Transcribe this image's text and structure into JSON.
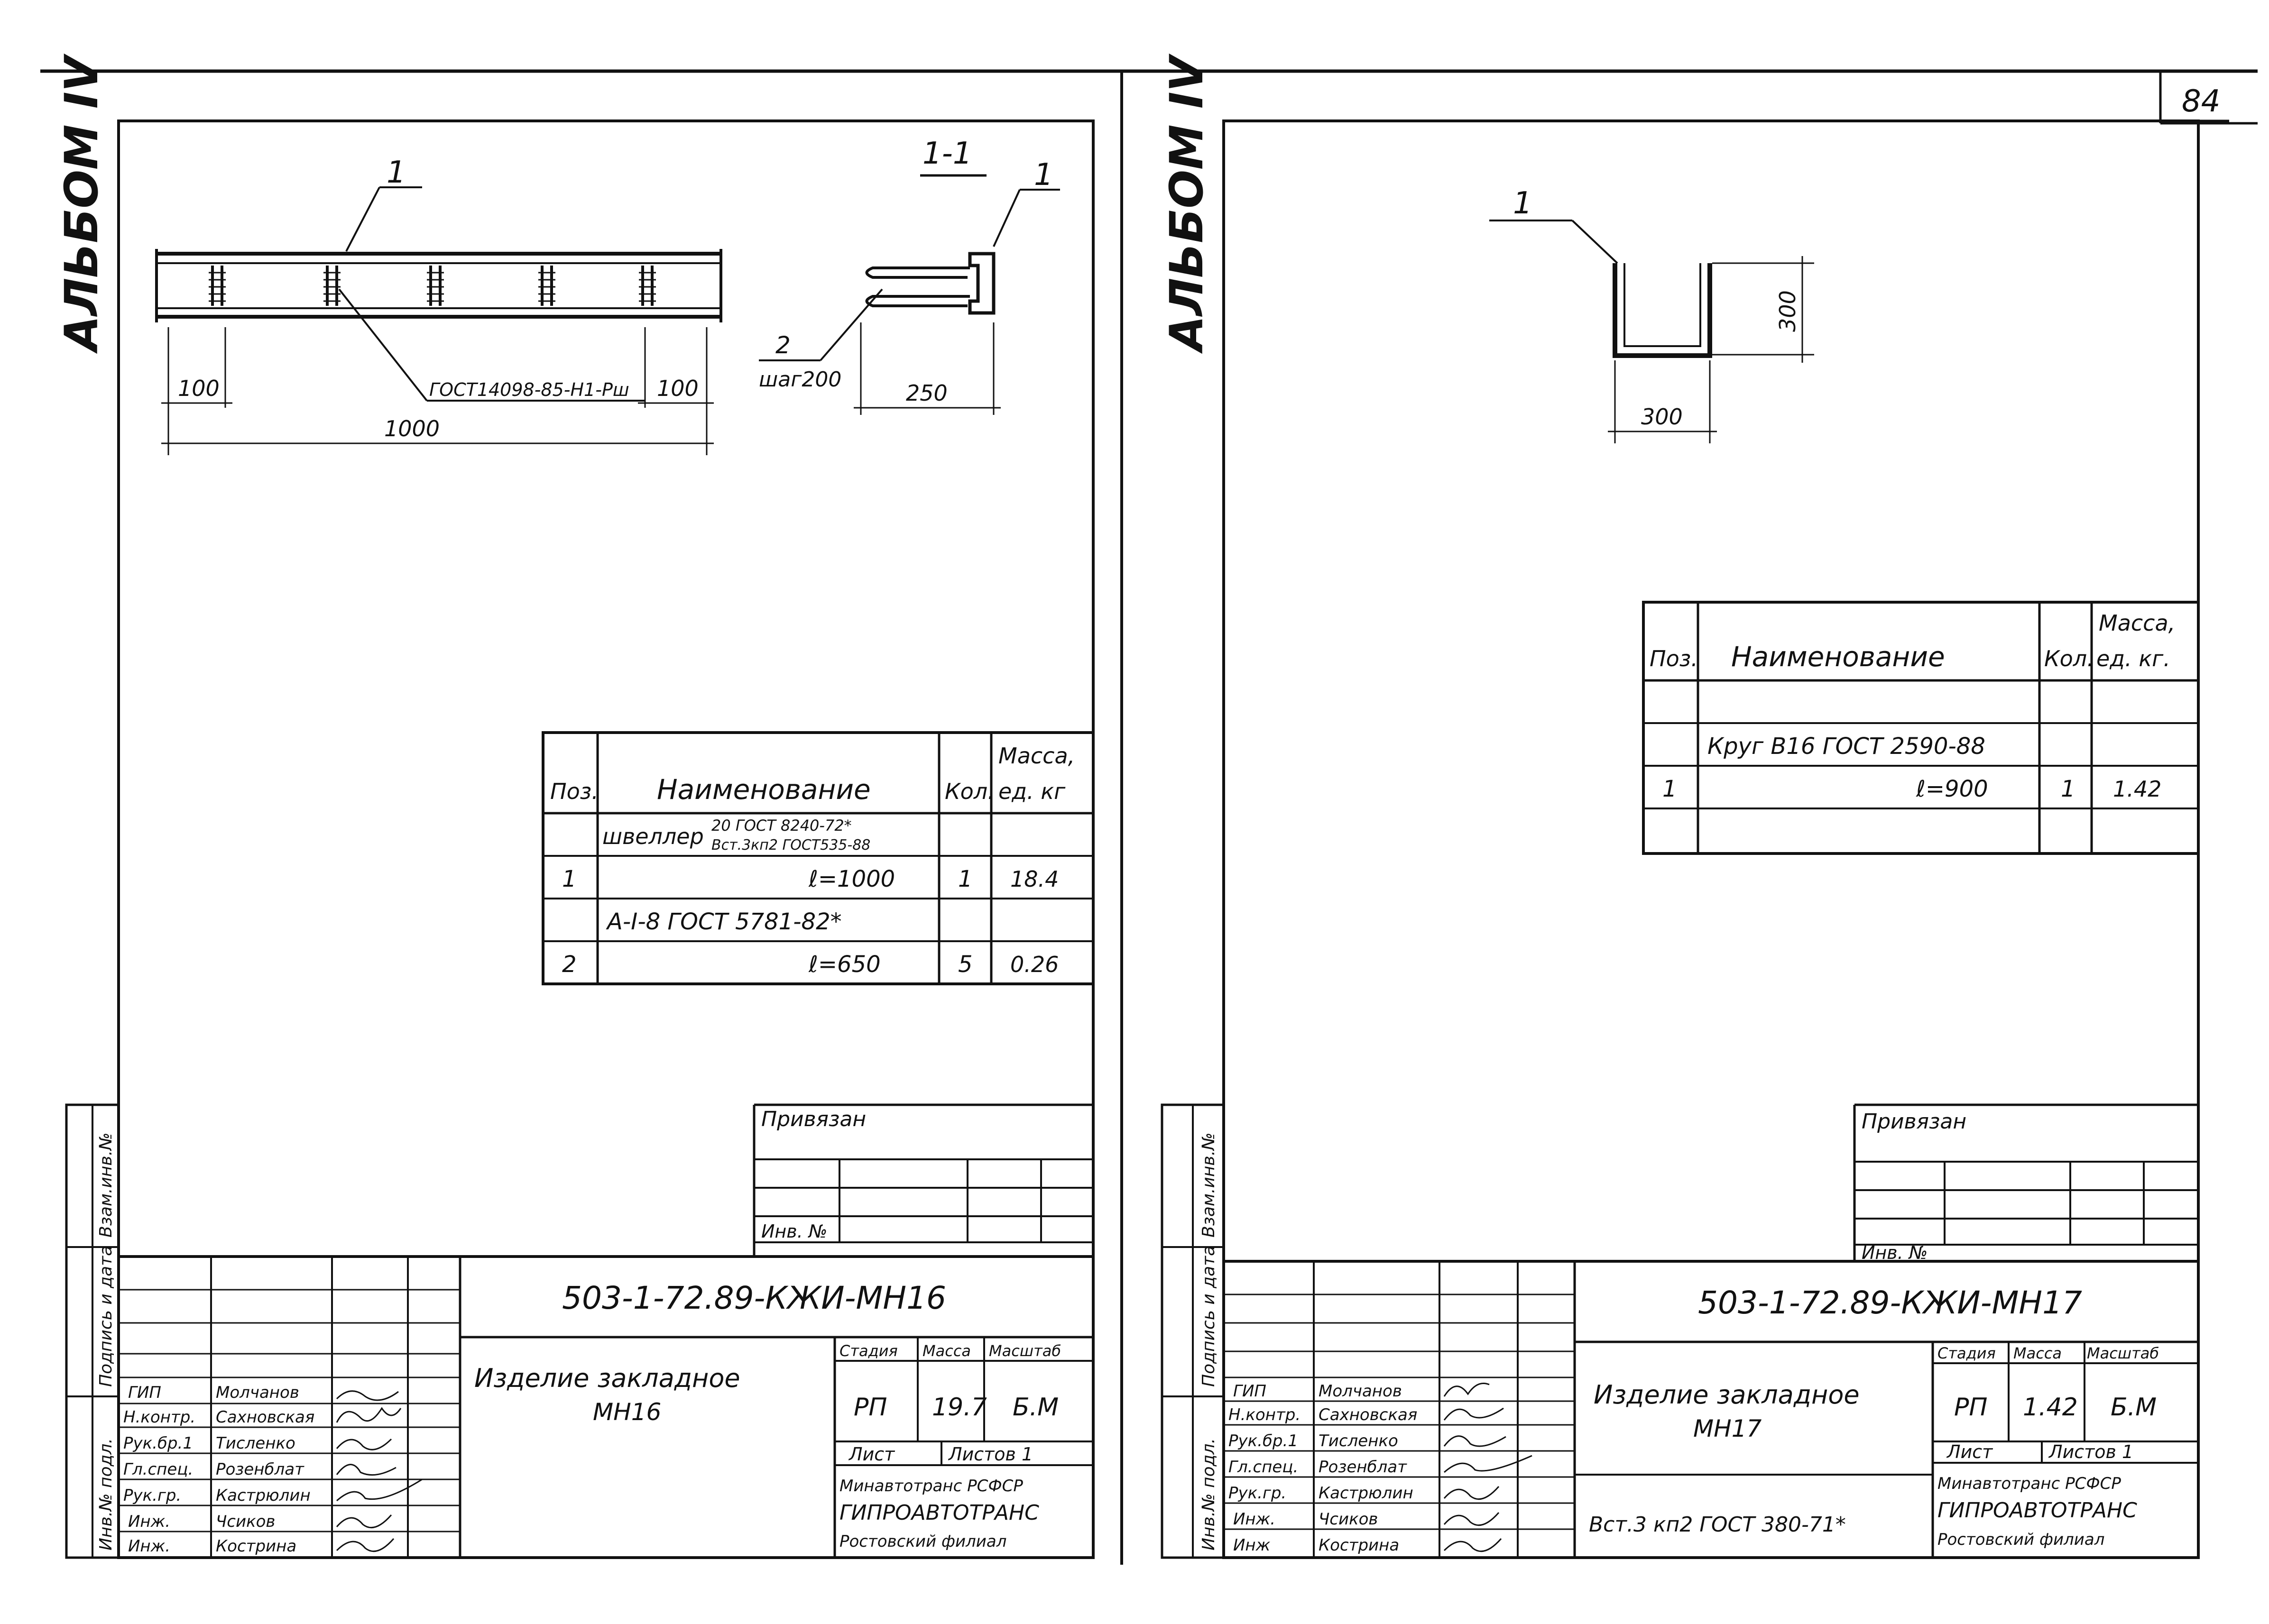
{
  "page_number": "84",
  "album_label": "АЛЬБОМ IV",
  "sheets": [
    {
      "drawing": {
        "pos_label": "1",
        "section_label": "1-1",
        "weld_note": "ГОСТ14098-85-Н1-Рш",
        "rebar_pos": "2",
        "step_note": "шаг200",
        "dims": {
          "left": "100",
          "right": "100",
          "length": "1000",
          "width": "250"
        }
      },
      "spec": {
        "headers": {
          "pos": "Поз.",
          "name": "Наименование",
          "qty": "Кол.",
          "mass_1": "Масса,",
          "mass_2": "ед. кг"
        },
        "row1": {
          "pos": "",
          "name": "швеллер",
          "name_extra_1": "20 ГОСТ 8240-72*",
          "name_extra_2": "Вст.3кп2 ГОСТ535-88",
          "qty": "",
          "mass": ""
        },
        "row2": {
          "pos": "1",
          "name": "ℓ=1000",
          "qty": "1",
          "mass": "18.4"
        },
        "row3": {
          "pos": "",
          "name": "А-I-8  ГОСТ 5781-82*",
          "qty": "",
          "mass": ""
        },
        "row4": {
          "pos": "2",
          "name": "ℓ=650",
          "qty": "5",
          "mass": "0.26"
        }
      },
      "binding": {
        "title": "Привязан",
        "inv": "Инв. №"
      },
      "side": {
        "vzam": "Взам.инв.№",
        "podpis": "Подпись и дата",
        "inv": "Инв.№ подл."
      },
      "title_block": {
        "code": "503-1-72.89-КЖИ-МН16",
        "description_1": "Изделие закладное",
        "description_2": "МН16",
        "stage_label": "Стадия",
        "mass_label": "Масса",
        "scale_label": "Масштаб",
        "stage": "РП",
        "mass": "19.7",
        "scale": "Б.М",
        "sheet_label": "Лист",
        "sheets_label": "Листов 1",
        "org_1": "Минавтотранс РСФСР",
        "org_2": "ГИПРОАВТОТРАНС",
        "org_3": "Ростовский филиал",
        "material": "",
        "staff": [
          {
            "role": "ГИП",
            "name": "Молчанов"
          },
          {
            "role": "Н.контр.",
            "name": "Сахновская"
          },
          {
            "role": "Рук.бр.1",
            "name": "Тисленко"
          },
          {
            "role": "Гл.спец.",
            "name": "Розенблат"
          },
          {
            "role": "Рук.гр.",
            "name": "Кастрюлин"
          },
          {
            "role": "Инж.",
            "name": "Чсиков"
          },
          {
            "role": "Инж.",
            "name": "Кострина"
          }
        ]
      }
    },
    {
      "drawing": {
        "pos_label": "1",
        "dims": {
          "height": "300",
          "width": "300"
        }
      },
      "spec": {
        "headers": {
          "pos": "Поз.",
          "name": "Наименование",
          "qty": "Кол.",
          "mass_1": "Масса,",
          "mass_2": "ед. кг."
        },
        "row1": {
          "pos": "",
          "name": "",
          "qty": "",
          "mass": ""
        },
        "row2": {
          "pos": "",
          "name": "Круг В16  ГОСТ 2590-88",
          "qty": "",
          "mass": ""
        },
        "row3": {
          "pos": "1",
          "name": "ℓ=900",
          "qty": "1",
          "mass": "1.42"
        },
        "row4": {
          "pos": "",
          "name": "",
          "qty": "",
          "mass": ""
        }
      },
      "binding": {
        "title": "Привязан",
        "inv": "Инв. №"
      },
      "side": {
        "vzam": "Взам.инв.№",
        "podpis": "Подпись и дата",
        "inv": "Инв.№ подл."
      },
      "title_block": {
        "code": "503-1-72.89-КЖИ-МН17",
        "description_1": "Изделие закладное",
        "description_2": "МН17",
        "stage_label": "Стадия",
        "mass_label": "Масса",
        "scale_label": "Масштаб",
        "stage": "РП",
        "mass": "1.42",
        "scale": "Б.М",
        "sheet_label": "Лист",
        "sheets_label": "Листов 1",
        "org_1": "Минавтотранс РСФСР",
        "org_2": "ГИПРОАВТОТРАНС",
        "org_3": "Ростовский филиал",
        "material": "Вст.3 кп2  ГОСТ 380-71*",
        "staff": [
          {
            "role": "ГИП",
            "name": "Молчанов"
          },
          {
            "role": "Н.контр.",
            "name": "Сахновская"
          },
          {
            "role": "Рук.бр.1",
            "name": "Тисленко"
          },
          {
            "role": "Гл.спец.",
            "name": "Розенблат"
          },
          {
            "role": "Рук.гр.",
            "name": "Кастрюлин"
          },
          {
            "role": "Инж.",
            "name": "Чсиков"
          },
          {
            "role": "Инж",
            "name": "Кострина"
          }
        ]
      }
    }
  ]
}
